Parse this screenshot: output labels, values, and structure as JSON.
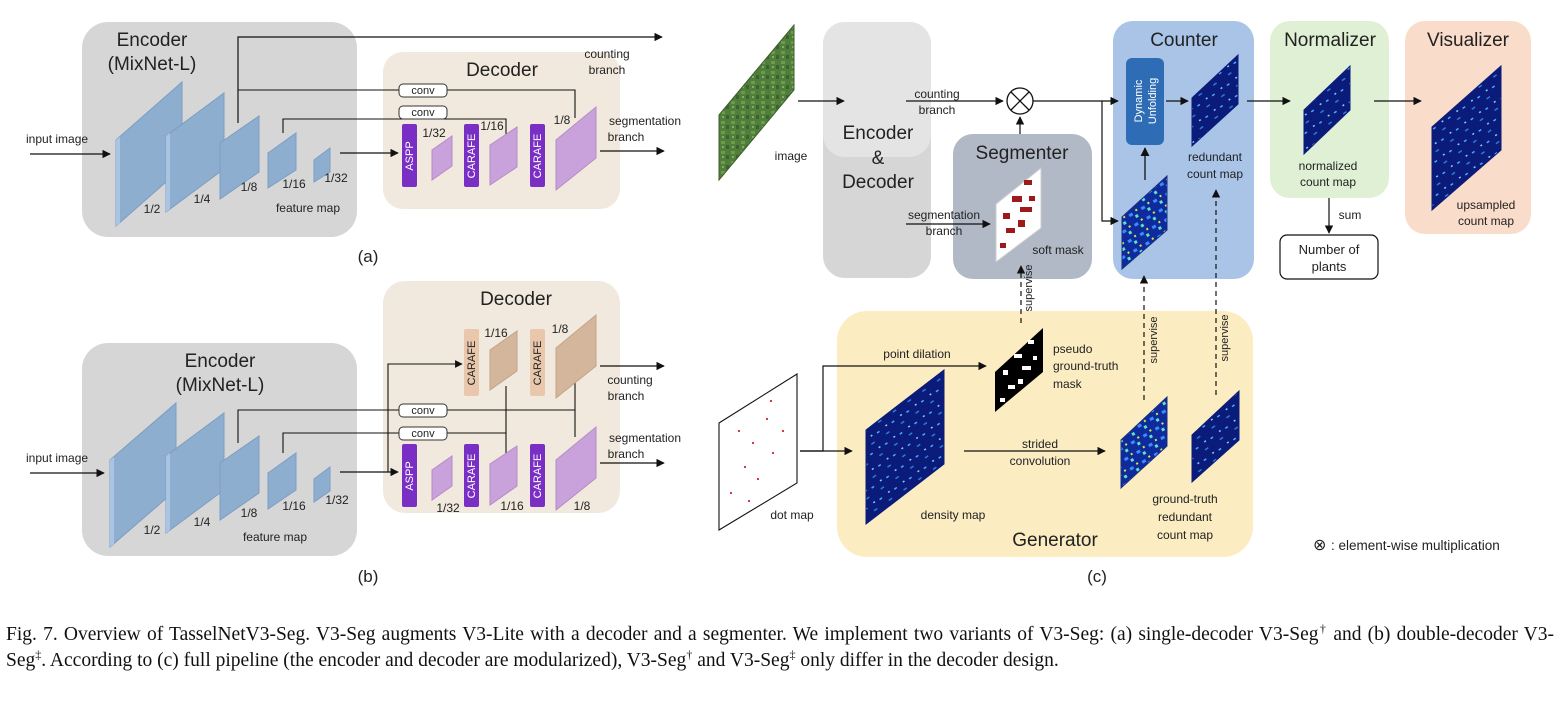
{
  "panel_a": {
    "encoder_title_1": "Encoder",
    "encoder_title_2": "(MixNet-L)",
    "decoder_title": "Decoder",
    "input_label": "input image",
    "scales": [
      "1/2",
      "1/4",
      "1/8",
      "1/16",
      "1/32"
    ],
    "feature_map_label": "feature map",
    "conv_label": "conv",
    "aspp_label": "ASPP",
    "carafe_label": "CARAFE",
    "dec_scales": [
      "1/32",
      "1/16",
      "1/8"
    ],
    "counting_branch": [
      "counting",
      "branch"
    ],
    "segmentation_branch": [
      "segmentation",
      "branch"
    ],
    "panel_label": "(a)"
  },
  "panel_b": {
    "encoder_title_1": "Encoder",
    "encoder_title_2": "(MixNet-L)",
    "decoder_title": "Decoder",
    "input_label": "input image",
    "scales": [
      "1/2",
      "1/4",
      "1/8",
      "1/16",
      "1/32"
    ],
    "feature_map_label": "feature map",
    "conv_label": "conv",
    "aspp_label": "ASPP",
    "carafe_label": "CARAFE",
    "top_scales": [
      "1/16",
      "1/8"
    ],
    "bottom_scales": [
      "1/32",
      "1/16",
      "1/8"
    ],
    "counting_branch": [
      "counting",
      "branch"
    ],
    "segmentation_branch": [
      "segmentation",
      "branch"
    ],
    "panel_label": "(b)"
  },
  "panel_c": {
    "image_label": "image",
    "encdec_1": "Encoder",
    "encdec_2": "&",
    "encdec_3": "Decoder",
    "counting_branch": [
      "counting",
      "branch"
    ],
    "segmentation_branch": [
      "segmentation",
      "branch"
    ],
    "segmenter_title": "Segmenter",
    "soft_mask": "soft mask",
    "counter_title": "Counter",
    "dynamic_unfolding": [
      "Dynamic",
      "Unfolding"
    ],
    "redundant_count_map": [
      "redundant",
      "count map"
    ],
    "normalizer_title": "Normalizer",
    "normalized_count_map": [
      "normalized",
      "count map"
    ],
    "visualizer_title": "Visualizer",
    "upsampled_count_map": [
      "upsampled",
      "count map"
    ],
    "sum_label": "sum",
    "number_of_plants": [
      "Number of",
      "plants"
    ],
    "supervise": "supervise",
    "point_dilation": "point dilation",
    "pseudo_mask": [
      "pseudo",
      "ground-truth",
      "mask"
    ],
    "strided_convolution": [
      "strided",
      "convolution"
    ],
    "dot_map": "dot map",
    "density_map": "density map",
    "gt_redundant": [
      "ground-truth",
      "redundant",
      "count map"
    ],
    "generator_title": "Generator",
    "legend_symbol": "⊗",
    "legend_text": ": element-wise multiplication",
    "panel_label": "(c)"
  },
  "caption": {
    "part1": "Fig. 7.   Overview of TasselNetV3-Seg. V3-Seg augments V3-Lite with a decoder and a segmenter. We implement two variants of V3-Seg: (a) single-decoder V3-Seg",
    "dagger": "†",
    "part2": " and (b) double-decoder V3-Seg",
    "ddagger": "‡",
    "part3": ". According to (c) full pipeline (the encoder and decoder are modularized), V3-Seg",
    "part4": " and V3-Seg",
    "part5": " only differ in the decoder design."
  },
  "colors": {
    "encoder_bg": "#d6d6d6",
    "decoder_bg": "#f1e9dd",
    "block_blue": "#8eaed0",
    "aspp_purple": "#7a2fc4",
    "carafe_light": "#c9a2dc",
    "carafe_tan": "#e9c7ad",
    "segmenter_bg": "#b1b9c6",
    "counter_bg": "#a9c4e6",
    "normalizer_bg": "#dff0d5",
    "visualizer_bg": "#f9dcc9",
    "generator_bg": "#fbecc1",
    "density_navy": "#0a1b7a"
  }
}
